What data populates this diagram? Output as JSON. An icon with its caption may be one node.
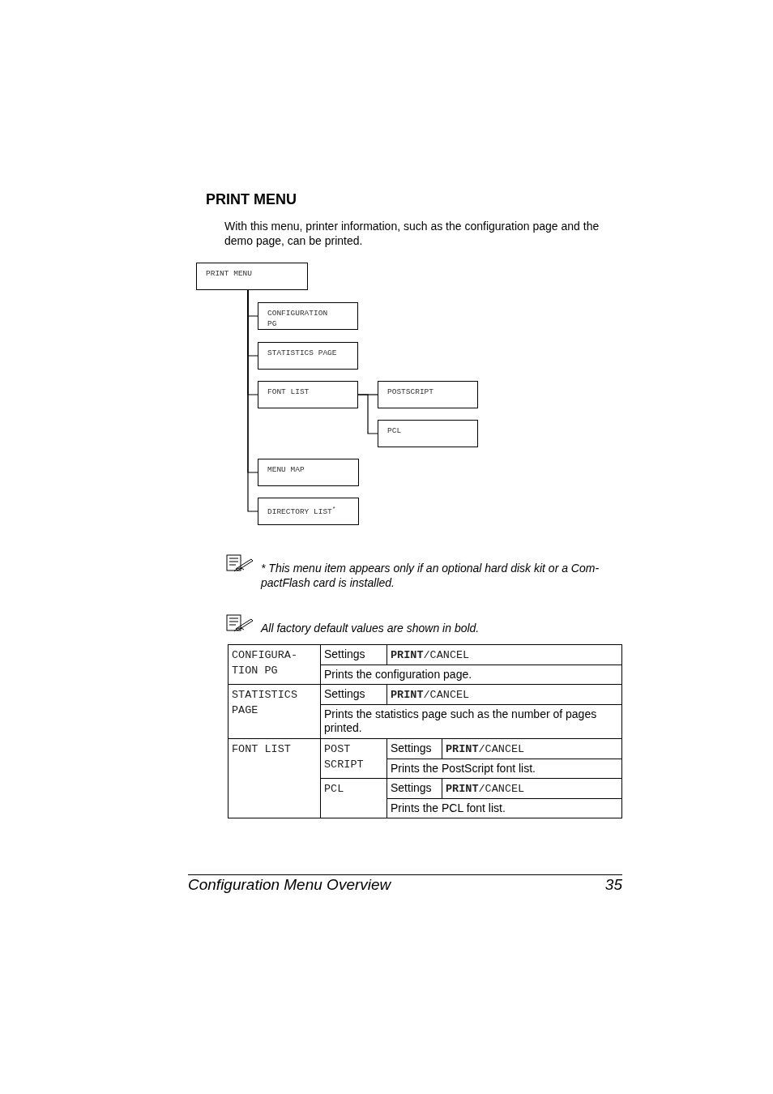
{
  "diagram": {
    "title": "PRINT MENU",
    "nodes": [
      {
        "text": [
          "PRINT MENU"
        ]
      },
      {
        "text": [
          "CONFIGURATION PG"
        ]
      },
      {
        "text": [
          "STATISTICS PAGE"
        ]
      },
      {
        "text": [
          "FONT LIST"
        ]
      },
      {
        "text": [
          "POSTSCRIPT"
        ]
      },
      {
        "text": [
          "PCL"
        ]
      },
      {
        "text": [
          "MENU MAP"
        ]
      },
      {
        "text": [
          "DIRECTORY LIST$^{*}$"
        ]
      }
    ],
    "edges": [
      {
        "from": 0,
        "to": 1,
        "arrow": "none"
      },
      {
        "from": 0,
        "to": 2,
        "arrow": "none"
      },
      {
        "from": 0,
        "to": 3,
        "arrow": "none"
      },
      {
        "from": 3,
        "to": 4,
        "arrow": "none"
      },
      {
        "from": 3,
        "to": 5,
        "arrow": "none"
      },
      {
        "from": 0,
        "to": 6,
        "arrow": "none"
      },
      {
        "from": 0,
        "to": 7,
        "arrow": "none"
      }
    ],
    "labels": [
      "With this menu, printer information, such as the configuration page and the demo page, can be printed.",
      "* This menu item appears only if an optional hard disk kit or a Com- pactFlash card is installed.",
      "All factory default values are shown in bold.",
      "CONFIGURA- TION PG",
      "Settings",
      "**PRINT**/CANCEL",
      "Prints the configuration page.",
      "STATISTICS PAGE",
      "Settings",
      "**PRINT**/CANCEL",
      "Prints the statistics page such as the number of pages printed.",
      "FONT LIST",
      "POST SCRIPT",
      "Settings",
      "**PRINT**/CANCEL",
      "Prints the PostScript font list.",
      "PCL",
      "Settings",
      "**PRINT**/CANCEL",
      "Prints the PCL font list.",
      "Configuration Menu Overview",
      "35"
    ]
  }
}
